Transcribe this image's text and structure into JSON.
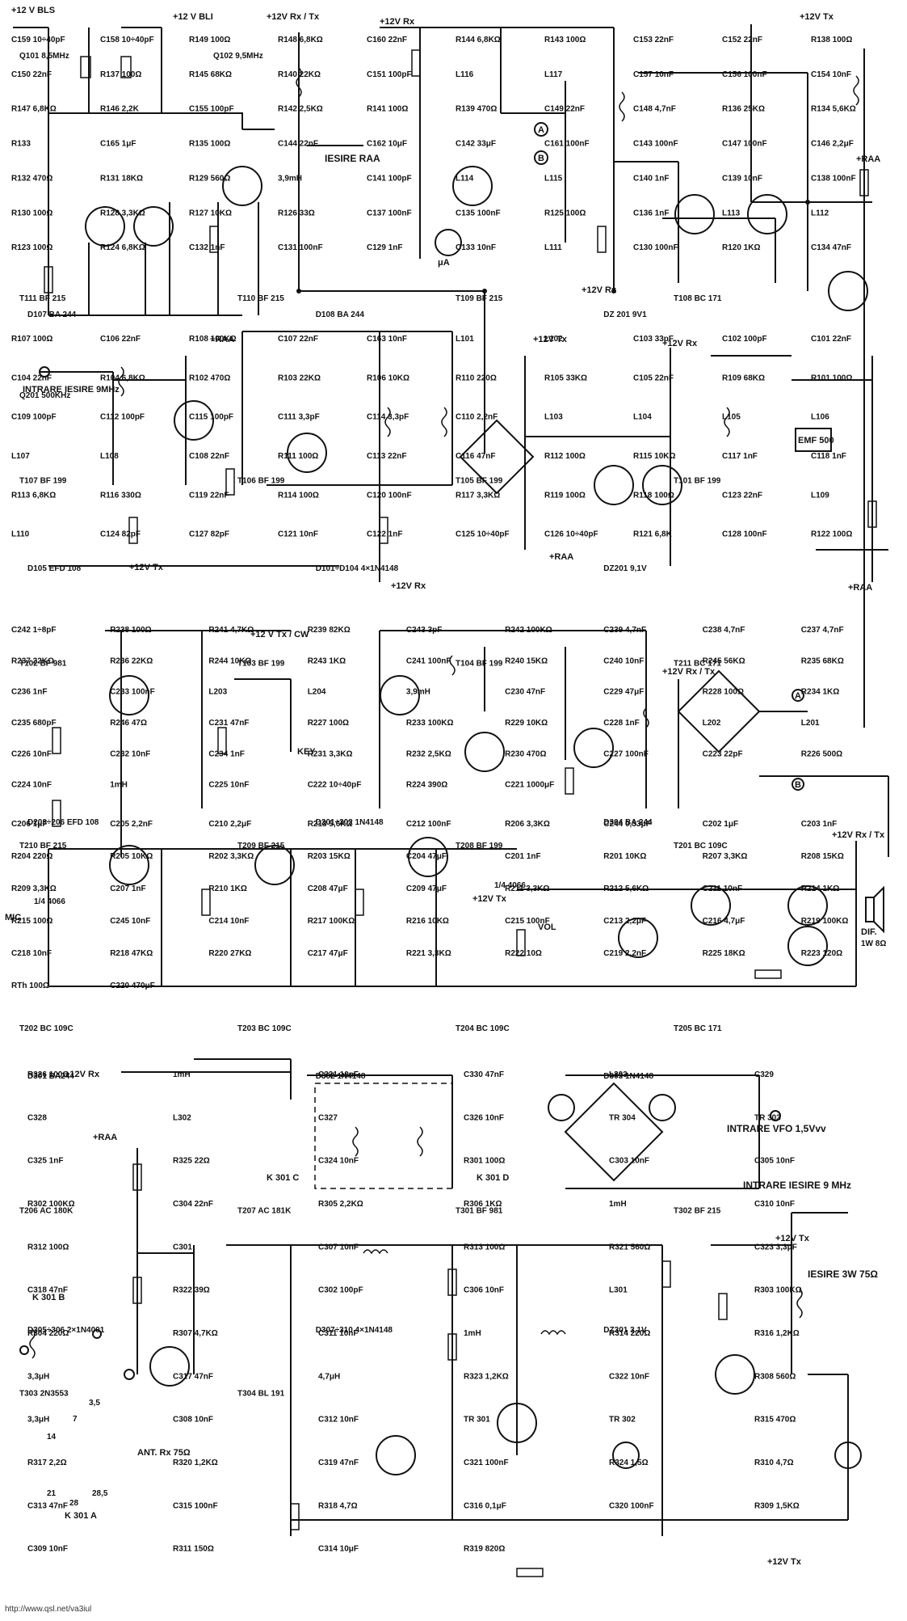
{
  "footer_url": "http://www.qsl.net/va3iul",
  "supplies": {
    "vbls": "+12 V BLS",
    "vbli": "+12 V BLI",
    "rx_tx": "+12V Rx / Tx",
    "rx": "+12V Rx",
    "tx": "+12V Tx",
    "raa": "+RAA",
    "tx_cw": "+12 V Tx / CW"
  },
  "labels": {
    "iesire_raa": "IESIRE RAA",
    "intrare_iesire_9mhz": "INTRARE IESIRE 9MHz",
    "key": "KEY",
    "vol": "VOL",
    "dif": "DIF.",
    "dif_power": "1W 8Ω",
    "vfo_in": "INTRARE VFO 1,5Vvv",
    "io_9mhz": "INTRARE IESIRE 9 MHz",
    "out_3w": "IESIRE 3W 75Ω",
    "ant": "ANT. Rx 75Ω",
    "emf": "EMF 500",
    "mic": "MIC",
    "ic_4066": "1/4 4066",
    "meter": "μA",
    "node_a": "A",
    "node_b": "B",
    "k301a": "K 301 A",
    "k301b": "K 301 B",
    "k301c": "K 301 C",
    "k301d": "K 301 D",
    "band_14": "14",
    "band_7": "7",
    "band_35": "3,5",
    "band_21": "21",
    "band_28": "28",
    "band_285": "28,5"
  },
  "diodes": [
    "D107 BA 244",
    "D108 BA 244",
    "DZ 201 9V1",
    "D105 EFD 108",
    "D101÷D104 4×1N4148",
    "DZ201 9,1V",
    "D203÷206 EFD 108",
    "D201÷202 1N4148",
    "D304 BA 244",
    "D301 BA244",
    "D302 1N4148",
    "D303 1N4148",
    "D305÷306 2×1N4001",
    "D307÷310 4×1N4148",
    "DZ301 3,1V"
  ],
  "transistors": [
    "T111 BF 215",
    "T110 BF 215",
    "T109 BF 215",
    "T108 BC 171",
    "T107 BF 199",
    "T106 BF 199",
    "T105 BF 199",
    "T101 BF 199",
    "T102 BF 981",
    "T103 BF 199",
    "T104 BF 199",
    "T211 BC 171",
    "T210 BF 215",
    "T209 BF 215",
    "T208 BF 199",
    "T201 BC 109C",
    "T202 BC 109C",
    "T203 BC 109C",
    "T204 BC 109C",
    "T205 BC 171",
    "T206 AC 180K",
    "T207 AC 181K",
    "T301 BF 981",
    "T302 BF 215",
    "T303 2N3553",
    "T304 BL 191"
  ],
  "crystals": [
    "Q101 8,5MHz",
    "Q102 9,5MHz",
    "Q201 500KHz"
  ],
  "components_top": [
    "C159 10÷40pF",
    "C158 10÷40pF",
    "R149 100Ω",
    "R148 6,8KΩ",
    "C160 22nF",
    "R144 6,8KΩ",
    "R143 100Ω",
    "C153 22nF",
    "C152 22nF",
    "R138 100Ω",
    "C150 22nF",
    "R137 100Ω",
    "R145 68KΩ",
    "R140 22KΩ",
    "C151 100pF",
    "L116",
    "L117",
    "C157 10nF",
    "C156 100nF",
    "C154 10nF",
    "R147 6,8KΩ",
    "R146 2,2K",
    "C155 100pF",
    "R142 2,5KΩ",
    "R141 100Ω",
    "R139 470Ω",
    "C149 22nF",
    "C148 4,7nF",
    "R136 25KΩ",
    "R134 5,6KΩ",
    "R133",
    "C165 1μF",
    "R135 100Ω",
    "C144 22nF",
    "C162 10μF",
    "C142 33μF",
    "C161 100nF",
    "C143 100nF",
    "C147 100nF",
    "C146 2,2μF",
    "R132 470Ω",
    "R131 18KΩ",
    "R129 560Ω",
    "3,9mH",
    "C141 100pF",
    "L114",
    "L115",
    "C140 1nF",
    "C139 10nF",
    "C138 100nF",
    "R130 100Ω",
    "R128 3,3KΩ",
    "R127 10KΩ",
    "R126 33Ω",
    "C137 100nF",
    "C135 100nF",
    "R125 100Ω",
    "C136 1nF",
    "L113",
    "L112",
    "R123 100Ω",
    "R124 6,8KΩ",
    "C132 1nF",
    "C131 100nF",
    "C129 1nF",
    "C133 10nF",
    "L111",
    "C130 100nF",
    "R120 1KΩ",
    "C134 47nF"
  ],
  "components_if": [
    "R107 100Ω",
    "C106 22nF",
    "R108 100KΩ",
    "C107 22nF",
    "C163 10nF",
    "L101",
    "L102",
    "C103 33pF",
    "C102 100pF",
    "C101 22nF",
    "C104 22nF",
    "R104 6,8KΩ",
    "R102 470Ω",
    "R103 22KΩ",
    "R106 10KΩ",
    "R110 220Ω",
    "R105 33KΩ",
    "C105 22nF",
    "R109 68KΩ",
    "R101 100Ω",
    "C109 100pF",
    "C112 100pF",
    "C115 100pF",
    "C111 3,3pF",
    "C114 3,3pF",
    "C110 2,2nF",
    "L103",
    "L104",
    "L105",
    "L106",
    "L107",
    "L108",
    "C108 22nF",
    "R111 100Ω",
    "C113 22nF",
    "C116 47nF",
    "R112 100Ω",
    "R115 10KΩ",
    "C117 1nF",
    "C118 1nF",
    "R113 6,8KΩ",
    "R116 330Ω",
    "C119 22nF",
    "R114 100Ω",
    "C120 100nF",
    "R117 3,3KΩ",
    "R119 100Ω",
    "R118 100Ω",
    "C123 22nF",
    "L109",
    "L110",
    "C124 82pF",
    "C127 82pF",
    "C121 10nF",
    "C122 1nF",
    "C125 10÷40pF",
    "C126 10÷40pF",
    "R121 6,8K",
    "C128 100nF",
    "R122 100Ω"
  ],
  "components_mid": [
    "C242 1÷8pF",
    "R238 100Ω",
    "R241 4,7KΩ",
    "R239 82KΩ",
    "C243 3pF",
    "R242 100KΩ",
    "C239 4,7nF",
    "C238 4,7nF",
    "C237 4,7nF",
    "R237 22KΩ",
    "R236 22KΩ",
    "R244 10KΩ",
    "R243 1KΩ",
    "C241 100nF",
    "R240 15KΩ",
    "C240 10nF",
    "R245 56KΩ",
    "R235 68KΩ",
    "C236 1nF",
    "C233 100nF",
    "L203",
    "L204",
    "3,9mH",
    "C230 47nF",
    "C229 47μF",
    "R228 100Ω",
    "R234 1KΩ",
    "C235 680pF",
    "R246 47Ω",
    "C231 47nF",
    "R227 100Ω",
    "R233 100KΩ",
    "R229 10KΩ",
    "C228 1nF",
    "L202",
    "L201",
    "C226 10nF",
    "C232 10nF",
    "C234 1nF",
    "R231 3,3KΩ",
    "R232 2,5KΩ",
    "R230 470Ω",
    "C227 100nF",
    "C223 22pF",
    "R226 500Ω",
    "C224 10nF",
    "1mH",
    "C225 10nF",
    "C222 10÷40pF",
    "R224 390Ω",
    "C221 1000μF"
  ],
  "components_af": [
    "C206 1μF",
    "C205 2,2nF",
    "C210 2,2μF",
    "R213 5,6KΩ",
    "C212 100nF",
    "R206 3,3KΩ",
    "C244 0,33μF",
    "C202 1μF",
    "C203 1nF",
    "R204 220Ω",
    "R205 10KΩ",
    "R202 3,3KΩ",
    "R203 15KΩ",
    "C204 47μF",
    "C201 1nF",
    "R201 10KΩ",
    "R207 3,3KΩ",
    "R208 15KΩ",
    "R209 3,3KΩ",
    "C207 1nF",
    "R210 1KΩ",
    "C208 47μF",
    "C209 47μF",
    "R211 3,3KΩ",
    "R212 5,6KΩ",
    "C211 10nF",
    "R214 1KΩ",
    "R215 100Ω",
    "C245 10nF",
    "C214 10nF",
    "R217 100KΩ",
    "R216 10KΩ",
    "C215 100nF",
    "C213 2,2μF",
    "C216 4,7μF",
    "R219 100KΩ",
    "C218 10nF",
    "R218 47KΩ",
    "R220 27KΩ",
    "C217 47μF",
    "R221 3,3KΩ",
    "R222 10Ω",
    "C219 2,2nF",
    "R225 18KΩ",
    "R223 120Ω",
    "RTh 100Ω",
    "C220 470μF"
  ],
  "components_tx": [
    "R326 100Ω",
    "1mH",
    "C331 10nF",
    "C330 47nF",
    "L303",
    "C329",
    "C328",
    "L302",
    "C327",
    "C326 10nF",
    "TR 304",
    "TR 303",
    "C325 1nF",
    "R325 22Ω",
    "C324 10nF",
    "R301 100Ω",
    "C303 10nF",
    "C305 10nF",
    "R302 100KΩ",
    "C304 22nF",
    "R305 2,2KΩ",
    "R306 1KΩ",
    "1mH",
    "C310 10nF",
    "R312 100Ω",
    "C301",
    "C307 10nF",
    "R313 100Ω",
    "R321 560Ω",
    "C323 3,3μF",
    "C318 47nF",
    "R322 39Ω",
    "C302 100pF",
    "C306 10nF",
    "L301",
    "R303 100KΩ",
    "R304 220Ω",
    "R307 4,7KΩ",
    "C311 10nF",
    "1mH",
    "R314 220Ω",
    "R316 1,2KΩ",
    "3,3μH",
    "C317 47nF",
    "4,7μH",
    "R323 1,2KΩ",
    "C322 10nF",
    "R308 560Ω",
    "3,3μH",
    "C308 10nF",
    "C312 10nF",
    "TR 301",
    "TR 302",
    "R315 470Ω",
    "R317 2,2Ω",
    "R320 1,2KΩ",
    "C319 47nF",
    "C321 100nF",
    "R324 1,5Ω",
    "R310 4,7Ω",
    "C313 47nF",
    "C315 100nF",
    "R318 4,7Ω",
    "C316 0,1μF",
    "C320 100nF",
    "R309 1,5KΩ",
    "C309 10nF",
    "R311 150Ω",
    "C314 10μF",
    "R319 820Ω"
  ]
}
